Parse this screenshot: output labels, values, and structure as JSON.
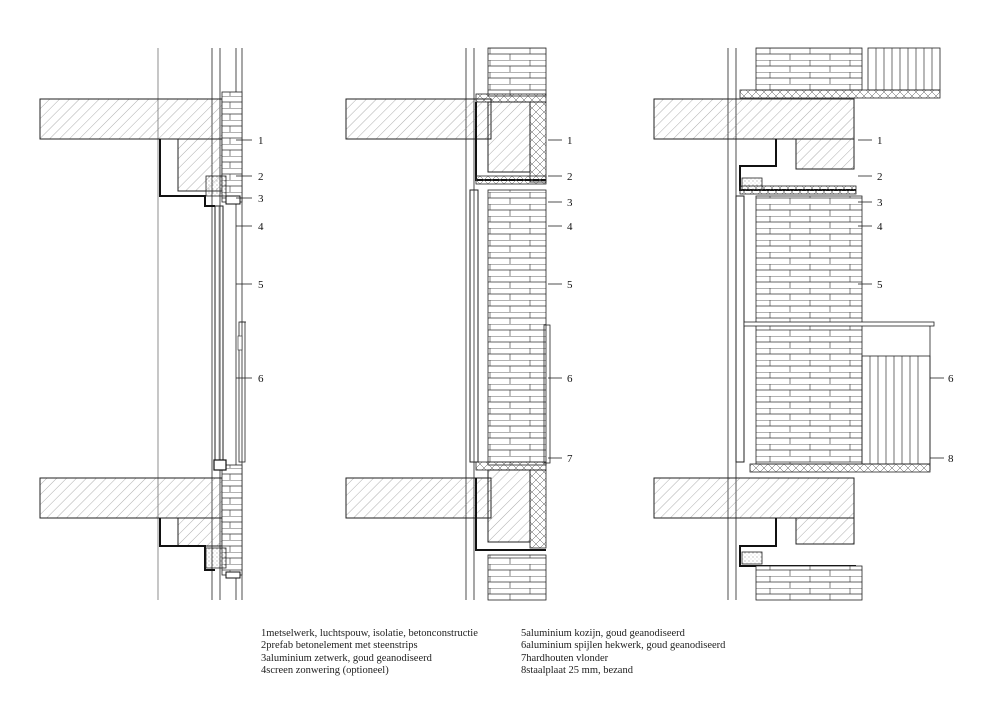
{
  "sections": [
    {
      "id": "left",
      "callouts": [
        "1",
        "2",
        "3",
        "4",
        "5",
        "6"
      ]
    },
    {
      "id": "middle",
      "callouts": [
        "1",
        "2",
        "3",
        "4",
        "5",
        "6",
        "7"
      ]
    },
    {
      "id": "right",
      "callouts": [
        "1",
        "2",
        "3",
        "4",
        "5",
        "6",
        "8"
      ]
    }
  ],
  "legend": {
    "left": [
      {
        "num": "1",
        "text": "metselwerk, luchtspouw, isolatie, betonconstructie"
      },
      {
        "num": "2",
        "text": "prefab betonelement met steenstrips"
      },
      {
        "num": "3",
        "text": "aluminium zetwerk, goud geanodiseerd"
      },
      {
        "num": "4",
        "text": "screen zonwering (optioneel)"
      }
    ],
    "right": [
      {
        "num": "5",
        "text": "aluminium kozijn, goud geanodiseerd"
      },
      {
        "num": "6",
        "text": "aluminium spijlen hekwerk, goud geanodiseerd"
      },
      {
        "num": "7",
        "text": "hardhouten vlonder"
      },
      {
        "num": "8",
        "text": "staalplaat 25 mm, bezand"
      }
    ]
  }
}
